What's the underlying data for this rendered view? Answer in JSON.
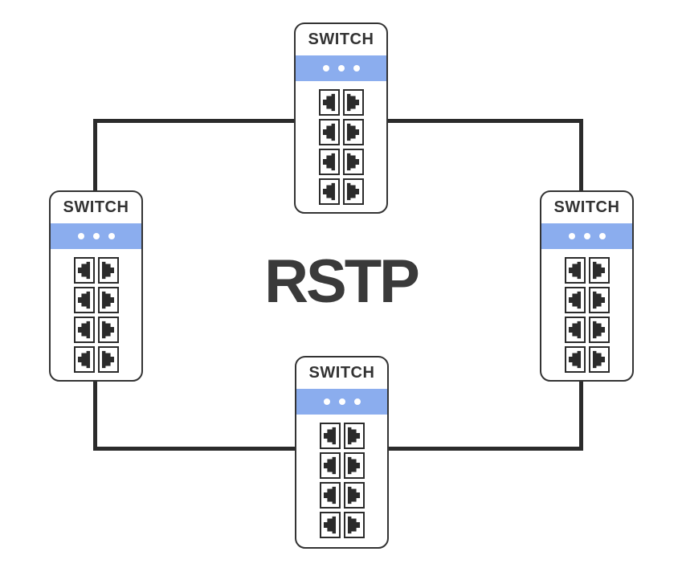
{
  "diagram": {
    "title": "RSTP"
  },
  "switches": [
    {
      "id": "top",
      "label": "SWITCH",
      "port_count": 8,
      "status_dot_count": 3
    },
    {
      "id": "left",
      "label": "SWITCH",
      "port_count": 8,
      "status_dot_count": 3
    },
    {
      "id": "right",
      "label": "SWITCH",
      "port_count": 8,
      "status_dot_count": 3
    },
    {
      "id": "bottom",
      "label": "SWITCH",
      "port_count": 8,
      "status_dot_count": 3
    }
  ],
  "connections": [
    {
      "from": "top",
      "to": "left"
    },
    {
      "from": "top",
      "to": "right"
    },
    {
      "from": "left",
      "to": "bottom"
    },
    {
      "from": "right",
      "to": "bottom"
    }
  ],
  "colors": {
    "band_blue": "#8badee",
    "line_dark": "#2b2b2b",
    "border_dark": "#333333",
    "title_text": "#3a3a3a",
    "background": "#ffffff",
    "dot_white": "#ffffff"
  }
}
